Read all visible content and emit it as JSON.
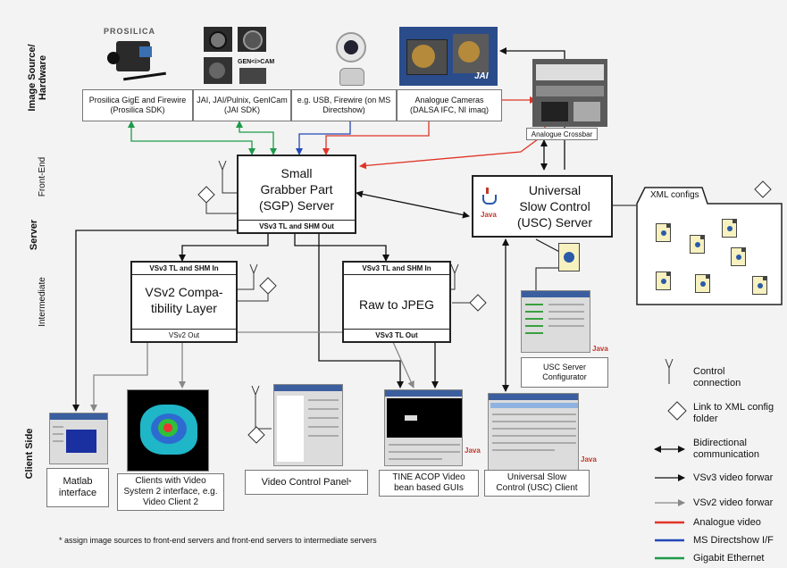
{
  "sections": {
    "hardware": "Image Source/\nHardware",
    "server": "Server",
    "front_end": "Front-End",
    "intermediate": "Intermediate",
    "client_side": "Client Side"
  },
  "brand": {
    "prosilica": "PROSILICA",
    "jai": "JAI",
    "gencam": "GEN<i>CAM"
  },
  "sources": [
    {
      "line1": "Prosilica GigE and Firewire",
      "line2": "(Prosilica SDK)"
    },
    {
      "line1": "JAI, JAI/Pulnix, GenICam",
      "line2": "(JAI SDK)"
    },
    {
      "line1": "e.g. USB, Firewire (on MS",
      "line2": "Directshow)"
    },
    {
      "line1": "Analogue Cameras",
      "line2": "(DALSA IFC, NI imaq)"
    }
  ],
  "crossbar": "Analogue Crossbar",
  "sgp": {
    "line1": "Small",
    "line2": "Grabber Part",
    "line3": "(SGP) Server",
    "out": "VSv3 TL and SHM Out"
  },
  "usc": {
    "line1": "Universal",
    "line2": "Slow Control",
    "line3": "(USC) Server"
  },
  "java": "Java",
  "xml_configs": "XML configs",
  "vsv2": {
    "in": "VSv3 TL and SHM In",
    "line1": "VSv2 Compa-",
    "line2": "tibility Layer",
    "out": "VSv2 Out"
  },
  "jpeg": {
    "in": "VSv3 TL and SHM In",
    "title": "Raw to JPEG",
    "out": "VSv3 TL Out"
  },
  "usc_configurator": {
    "line1": "USC Server",
    "line2": "Configurator"
  },
  "clients": [
    {
      "line1": "Matlab",
      "line2": "interface"
    },
    {
      "line1": "Clients with Video",
      "line2": "System 2 interface, e.g.",
      "line3": "Video Client 2"
    },
    {
      "line1": "Video Control Panel",
      "sup": "*"
    },
    {
      "line1": "TINE ACOP Video",
      "line2": "bean based GUIs"
    },
    {
      "line1": "Universal Slow",
      "line2": "Control (USC) Client"
    }
  ],
  "legend": [
    {
      "line1": "Control",
      "line2": "connection",
      "icon": "control-antenna-icon"
    },
    {
      "line1": "Link to XML config",
      "line2": "folder",
      "icon": "xml-link-diamond-icon"
    },
    {
      "line1": "Bidirectional",
      "line2": "communication",
      "icon": "bidirectional-arrow-icon"
    },
    {
      "line1": "VSv3 video forwar",
      "icon": "black-arrow-icon"
    },
    {
      "line1": "VSv2 video forwar",
      "icon": "gray-arrow-icon"
    },
    {
      "line1": "Analogue video",
      "color": "#e03426"
    },
    {
      "line1": "MS Directshow I/F",
      "color": "#2349b8"
    },
    {
      "line1": "Gigabit Ethernet",
      "color": "#1e9a4a"
    }
  ],
  "footnote": "* assign image sources to front-end servers and front-end servers to intermediate servers"
}
